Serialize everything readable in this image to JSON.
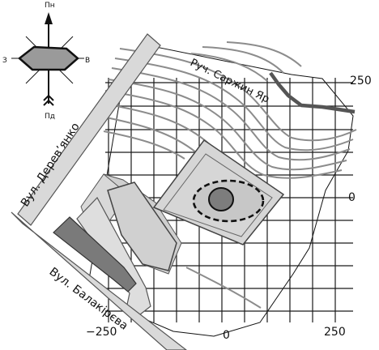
{
  "compass": {
    "north": "Пн",
    "south": "Пд",
    "west": "З",
    "east": "В"
  },
  "labels": {
    "street_derevianko": "Вул. Дерев’янко",
    "street_balakireva": "Вул. Балакірєва",
    "stream": "Руч. Саржин Яр"
  },
  "grid_ticks": {
    "x": [
      "−250",
      "0",
      "250"
    ],
    "y": [
      "250",
      "0"
    ]
  },
  "colors": {
    "grid": "#1a1a1a",
    "contour": "#8c8c8c",
    "building_light": "#d3d3d3",
    "building_dark": "#7a7a7a",
    "stream_line": "#555555"
  }
}
